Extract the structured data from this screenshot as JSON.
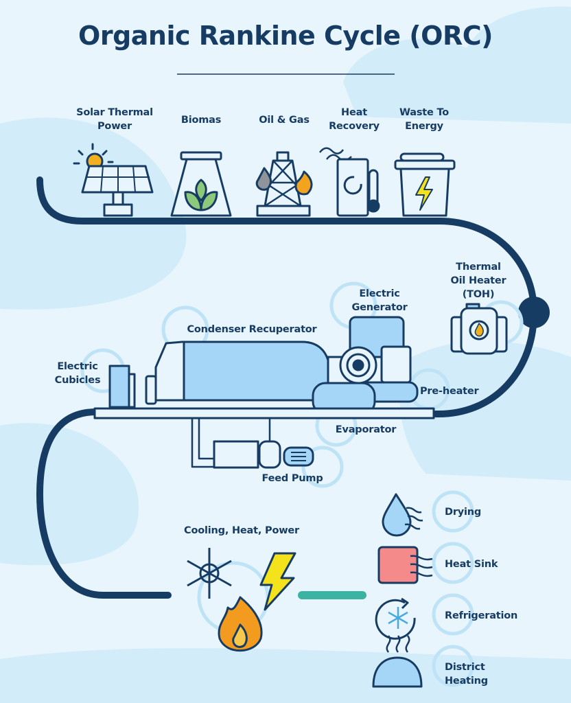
{
  "title": "Organic Rankine Cycle (ORC)",
  "colors": {
    "navy": "#173c63",
    "equipment_fill": "#a6d6f7",
    "ring": "#bfe3f6",
    "background": "#e8f5fc",
    "connector": "#3bb3a3",
    "sun": "#f2b01e",
    "leaf": "#8cc97a",
    "heat_sink": "#f48a8a"
  },
  "heat_sources": [
    {
      "label": "Solar Thermal\nPower",
      "icon": "solar-panel-icon"
    },
    {
      "label": "Biomas",
      "icon": "biomass-flask-icon"
    },
    {
      "label": "Oil & Gas",
      "icon": "oil-rig-icon"
    },
    {
      "label": "Heat\nRecovery",
      "icon": "heat-recovery-icon"
    },
    {
      "label": "Waste To\nEnergy",
      "icon": "waste-bin-icon"
    }
  ],
  "components": {
    "toh": "Thermal\nOil Heater\n(TOH)",
    "generator": "Electric\nGenerator",
    "condenser": "Condenser Recuperator",
    "cubicles": "Electric\nCubicles",
    "preheater": "Pre-heater",
    "evaporator": "Evaporator",
    "pump": "Feed Pump"
  },
  "outputs": {
    "title": "Cooling, Heat, Power",
    "items": [
      {
        "label": "Drying",
        "icon": "drying-icon"
      },
      {
        "label": "Heat Sink",
        "icon": "heat-sink-icon"
      },
      {
        "label": "Refrigeration",
        "icon": "refrigeration-icon"
      },
      {
        "label": "District\nHeating",
        "icon": "district-heating-icon"
      }
    ]
  }
}
